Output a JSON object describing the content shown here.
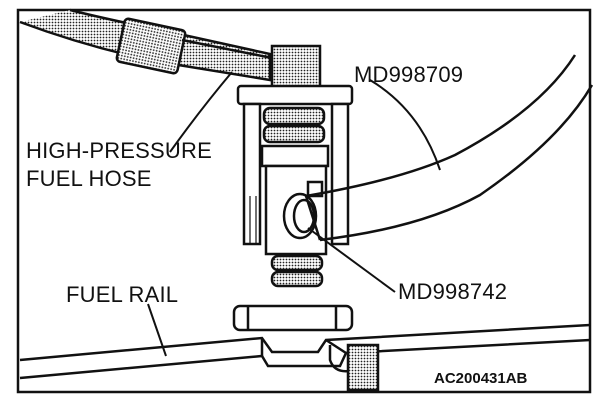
{
  "labels": {
    "tool_upper": "MD998709",
    "hose_line1": "HIGH-PRESSURE",
    "hose_line2": "FUEL HOSE",
    "fuel_rail": "FUEL RAIL",
    "tool_lower": "MD998742"
  },
  "figure_code": "AC200431AB",
  "colors": {
    "ink": "#111111",
    "paper": "#ffffff"
  }
}
